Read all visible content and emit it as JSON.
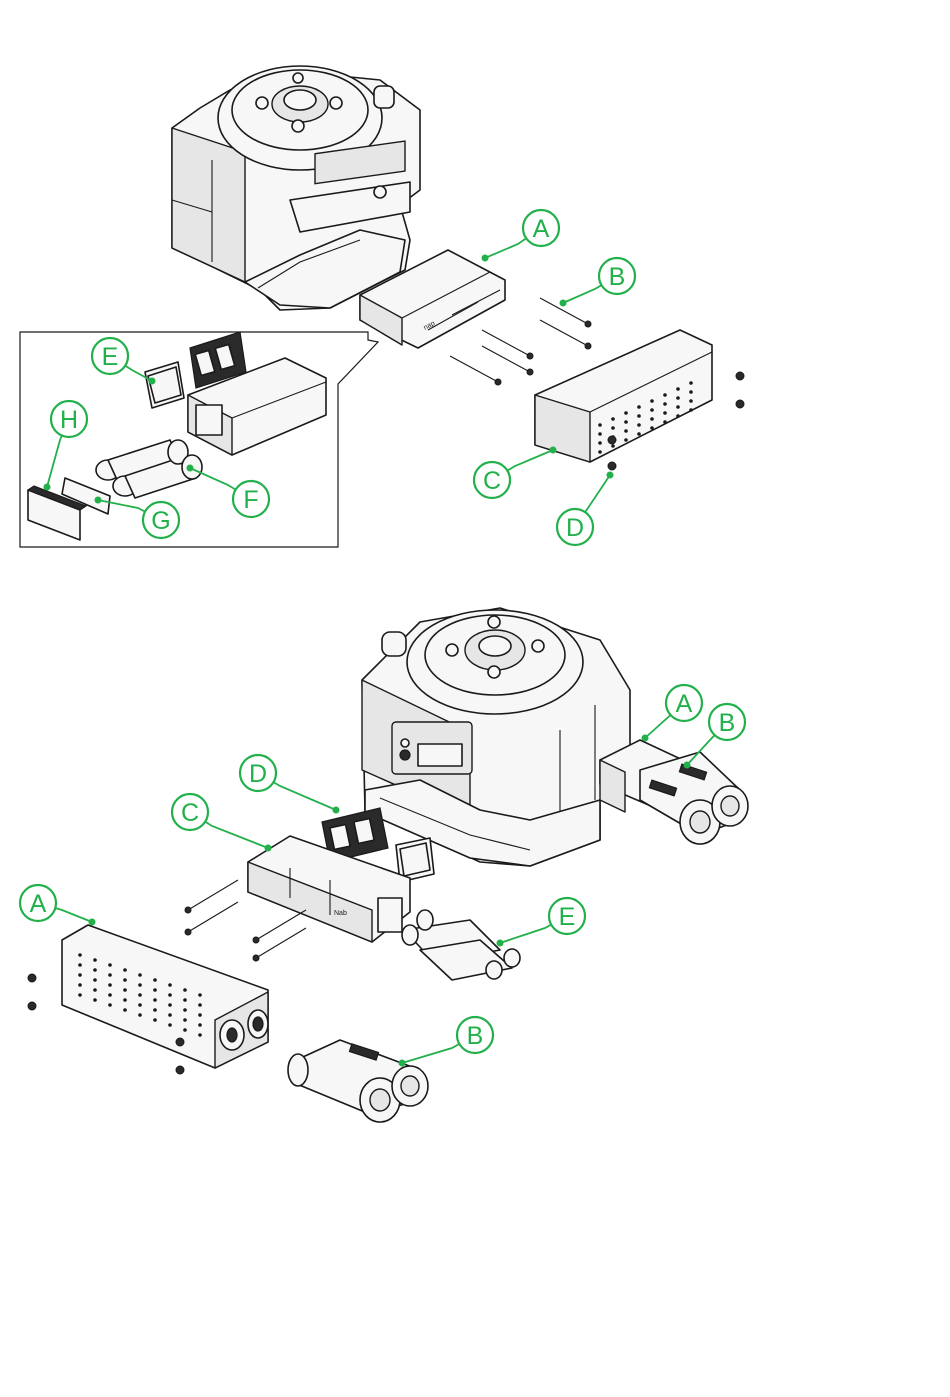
{
  "diagram_top": {
    "labels": [
      {
        "id": "A",
        "text": "A"
      },
      {
        "id": "B",
        "text": "B"
      },
      {
        "id": "C",
        "text": "C"
      },
      {
        "id": "D",
        "text": "D"
      },
      {
        "id": "E",
        "text": "E"
      },
      {
        "id": "F",
        "text": "F"
      },
      {
        "id": "G",
        "text": "G"
      },
      {
        "id": "H",
        "text": "H"
      }
    ]
  },
  "diagram_bottom": {
    "labels": [
      {
        "id": "A1",
        "text": "A"
      },
      {
        "id": "B1",
        "text": "B"
      },
      {
        "id": "A2",
        "text": "A"
      },
      {
        "id": "B2",
        "text": "B"
      },
      {
        "id": "C",
        "text": "C"
      },
      {
        "id": "D",
        "text": "D"
      },
      {
        "id": "E",
        "text": "E"
      }
    ]
  },
  "colors": {
    "callout": "#22b04b",
    "outline": "#1a1a1a",
    "body": "#f7f7f7"
  }
}
